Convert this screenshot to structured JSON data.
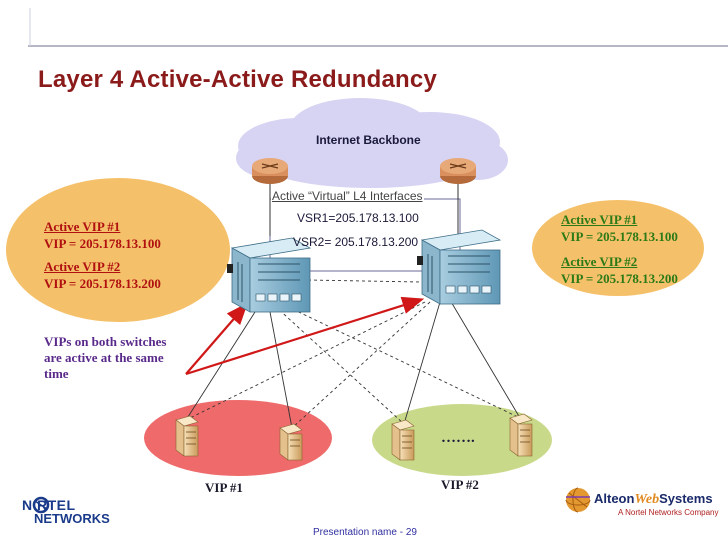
{
  "slide": {
    "title": "Layer 4 Active-Active Redundancy",
    "footer": "Presentation name - 29"
  },
  "cloud": {
    "label": "Internet Backbone"
  },
  "interfaces": {
    "heading": "Active “Virtual” L4 Interfaces",
    "vsr1": "VSR1=205.178.13.100",
    "vsr2": "VSR2= 205.178.13.200"
  },
  "left_panel": {
    "vip1_heading": "Active VIP #1",
    "vip1_value": "VIP = 205.178.13.100",
    "vip2_heading": "Active VIP #2",
    "vip2_value": "VIP = 205.178.13.200",
    "note_line1": "VIPs on both switches",
    "note_line2": "are active at the same",
    "note_line3": "time"
  },
  "right_panel": {
    "vip1_heading": "Active VIP #1",
    "vip1_value": "VIP = 205.178.13.100",
    "vip2_heading": "Active VIP #2",
    "vip2_value": "VIP = 205.178.13.200"
  },
  "server_groups": {
    "group1_label": "VIP #1",
    "group2_label": "VIP #2",
    "ellipsis": "……."
  },
  "logos": {
    "nortel_top": "N RTEL",
    "nortel_bottom": "NETWORKS",
    "alteon_a": "Alteon",
    "alteon_web": "Web",
    "alteon_systems": "Systems",
    "alteon_sub": "A Nortel Networks Company"
  },
  "colors": {
    "title": "#8b1a1a",
    "left_oval": "#f5c06a",
    "right_oval": "#f5c06a",
    "vip1_oval": "#ef6b6b",
    "vip2_oval": "#c9d98a",
    "cloud": "#d7d3f3",
    "arrow": "#d01818",
    "left_text": "#b01010",
    "right_text": "#2b7a16"
  },
  "icons": [
    "router-icon",
    "switch-icon",
    "server-icon",
    "nortel-logo",
    "alteon-logo"
  ]
}
